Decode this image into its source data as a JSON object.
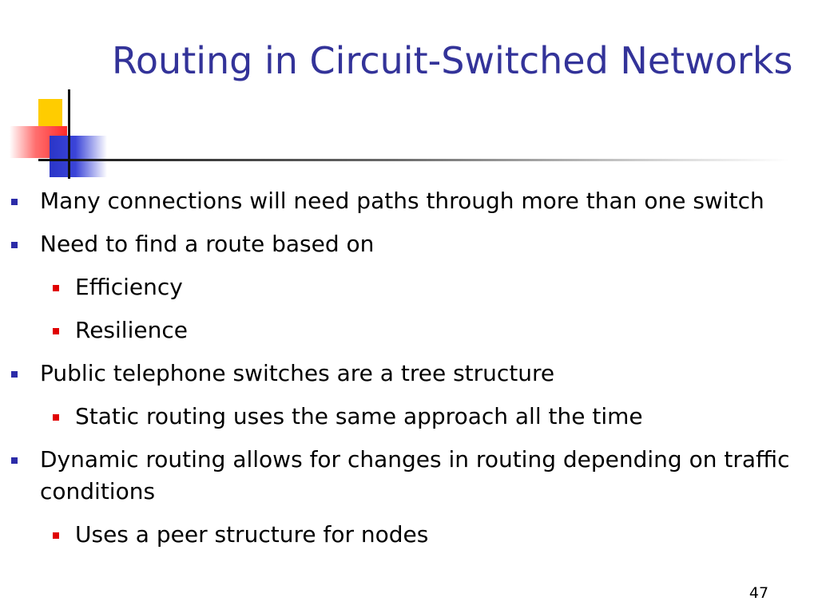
{
  "slide": {
    "title": "Routing in Circuit-Switched Networks",
    "page_number": "47",
    "colors": {
      "title": "#333399",
      "level1_bullet": "#2b2ba8",
      "level2_bullet": "#e00000",
      "body_text": "#000000"
    },
    "bullets": [
      {
        "level": 1,
        "text": "Many connections will need paths through more than one switch"
      },
      {
        "level": 1,
        "text": "Need to find a route based on"
      },
      {
        "level": 2,
        "text": "Efficiency"
      },
      {
        "level": 2,
        "text": "Resilience"
      },
      {
        "level": 1,
        "text": "Public telephone switches are a tree structure"
      },
      {
        "level": 2,
        "text": "Static routing uses the same approach all the time"
      },
      {
        "level": 1,
        "text": "Dynamic routing allows for changes in routing depending on traffic conditions"
      },
      {
        "level": 2,
        "text": "Uses a peer structure for nodes"
      }
    ]
  }
}
